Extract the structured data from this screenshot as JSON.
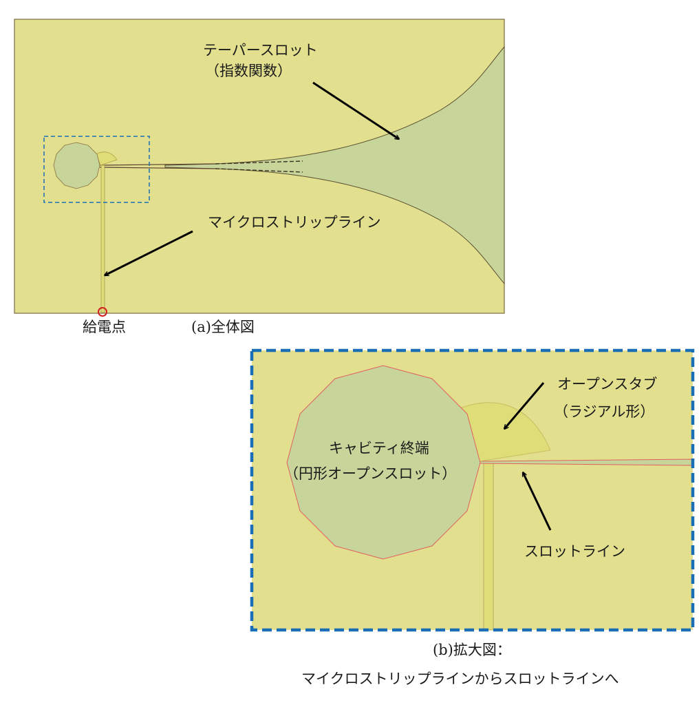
{
  "overview": {
    "caption": "(a)全体図",
    "feed_label": "給電点",
    "tapered_slot_label": [
      "テーパースロット",
      "（指数関数）"
    ],
    "microstrip_label": "マイクロストリップライン"
  },
  "zoom": {
    "caption_line1": "(b)拡大図：",
    "caption_line2": "マイクロストリップラインからスロットラインへ",
    "cavity_label": [
      "キャビティ終端",
      "（円形オープンスロット）"
    ],
    "stub_label": [
      "オープンスタブ",
      "（ラジアル形）"
    ],
    "slotline_label": "スロットライン"
  },
  "colors": {
    "substrate": "#e2df8f",
    "slot": "#c7d49a",
    "stub": "#dedd78",
    "outline": "#5a5030",
    "focus_box": "#1a6eb5",
    "feed_marker": "#d42020",
    "red_edge": "#e06060"
  }
}
